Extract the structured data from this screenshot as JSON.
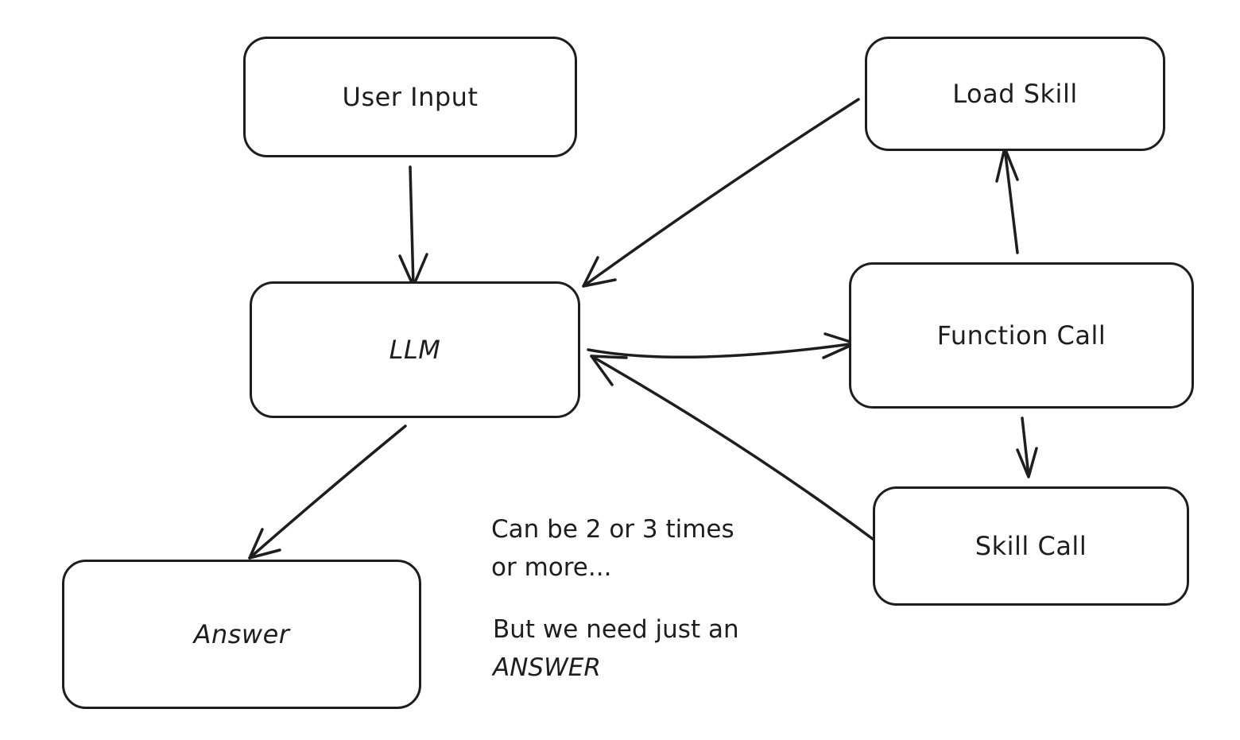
{
  "nodes": {
    "user_input": "User Input",
    "llm": "LLM",
    "load_skill": "Load Skill",
    "function_call": "Function Call",
    "skill_call": "Skill Call",
    "answer": "Answer"
  },
  "notes": {
    "line1": "Can be 2 or 3 times",
    "line2": "or more...",
    "line3": "But we need just an",
    "line4": "ANSWER"
  },
  "colors": {
    "stroke": "#1e1e1e",
    "background": "#ffffff"
  }
}
